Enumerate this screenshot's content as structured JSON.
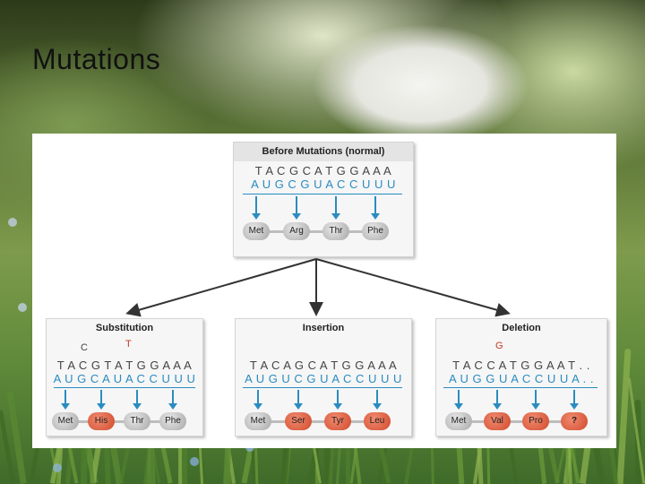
{
  "slide": {
    "title": "Mutations"
  },
  "figure": {
    "normal": {
      "heading": "Before Mutations (normal)",
      "dna": "T A C G C A T G G A A A",
      "rna": "A U G C G U A C C U U U",
      "amino_acids": [
        "Met",
        "Arg",
        "Thr",
        "Phe"
      ]
    },
    "substitution": {
      "heading": "Substitution",
      "removed_base": "C",
      "added_base": "T",
      "dna": "T A C G T A T G G A A A",
      "rna": "A U G C A U A C C U U U",
      "amino_acids": [
        "Met",
        "His",
        "Thr",
        "Phe"
      ]
    },
    "insertion": {
      "heading": "Insertion",
      "dna": "T A C A G C A T G G A A A",
      "rna": "A U G U C G U A C C U U U",
      "amino_acids": [
        "Met",
        "Ser",
        "Tyr",
        "Leu"
      ]
    },
    "deletion": {
      "heading": "Deletion",
      "removed_base": "G",
      "dna": "T A C C A T G G A A T . .",
      "rna": "A U G G U A C C U U A . .",
      "amino_acids": [
        "Met",
        "Val",
        "Pro",
        "?"
      ]
    },
    "colors": {
      "rna": "#2a8cc0",
      "mutated_amino_acid": "#d24a2e",
      "normal_amino_acid": "#a7a7a7"
    }
  }
}
